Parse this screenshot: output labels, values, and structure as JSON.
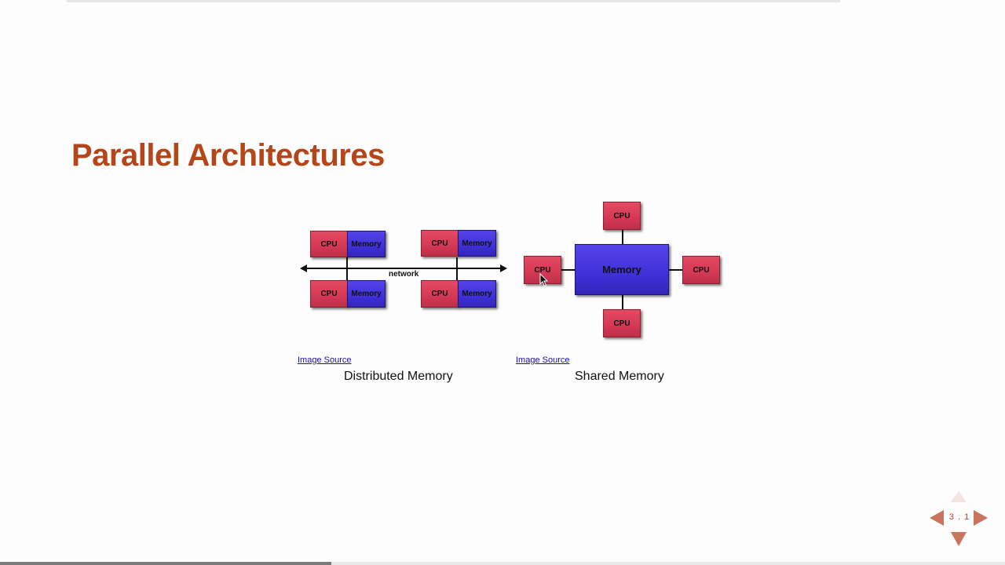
{
  "slide": {
    "title": "Parallel Architectures",
    "slide_number": "3.1"
  },
  "distributed": {
    "cpu_label": "CPU",
    "memory_label": "Memory",
    "network_label": "network",
    "image_source": "Image Source",
    "caption": "Distributed Memory"
  },
  "shared": {
    "cpu_label": "CPU",
    "memory_label": "Memory",
    "image_source": "Image Source",
    "caption": "Shared Memory"
  },
  "progress": {
    "fraction": 0.33
  },
  "colors": {
    "title": "#b5461a",
    "cpu": "#d63a55",
    "memory": "#3f30d8",
    "nav": "#c9745c",
    "link": "#1a0dab"
  },
  "icons": {
    "nav_up": "triangle-up",
    "nav_left": "triangle-left",
    "nav_right": "triangle-right",
    "nav_down": "triangle-down",
    "cursor": "mouse-pointer"
  }
}
